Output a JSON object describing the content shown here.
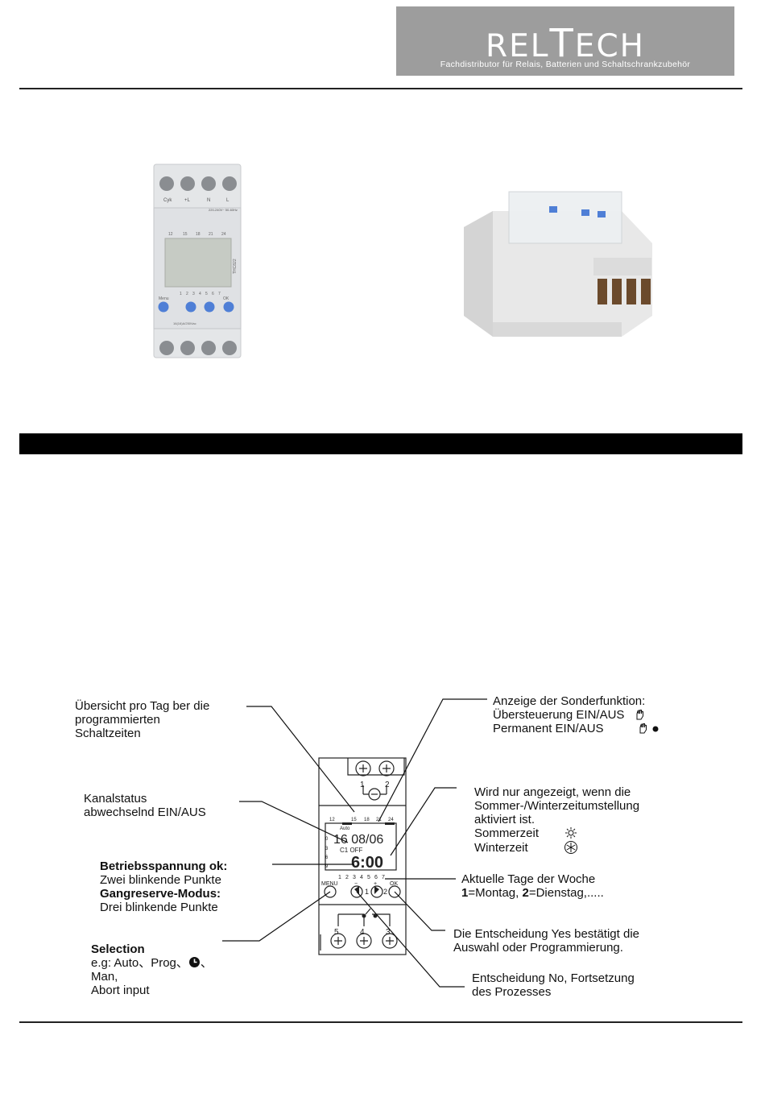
{
  "header": {
    "logo_name_pre": "REL",
    "logo_name_big": "T",
    "logo_name_post": "ECH",
    "logo_tagline": "Fachdistributor für Relais, Batterien und Schaltschrankzubehör"
  },
  "device_front": {
    "top_labels": [
      "Cyk",
      "+L",
      "N",
      "L"
    ],
    "spec_label": "220-240V~ 50-60Hz",
    "hour_scale": [
      "12",
      "15",
      "18",
      "21",
      "24"
    ],
    "model": "THC822",
    "day_numbers": [
      "1",
      "2",
      "3",
      "4",
      "5",
      "6",
      "7"
    ],
    "menu_label": "Menu",
    "ok_label": "OK",
    "rating_label": "16(16)A/250Vac"
  },
  "diagram": {
    "top_terminals": [
      "1",
      "2"
    ],
    "bottom_terminals": [
      "5",
      "4",
      "3"
    ],
    "hour_scale": [
      "12",
      "15",
      "18",
      "21",
      "24"
    ],
    "mode_label": "Auto",
    "lcd_date": "16 08/06",
    "lcd_status": "C1 OFF",
    "lcd_time": "6:00",
    "left_marks": [
      "0",
      "3",
      "6",
      "9"
    ],
    "day_numbers": [
      "1",
      "2",
      "3",
      "4",
      "5",
      "6",
      "7"
    ],
    "menu_label": "MENU",
    "ok_label": "OK",
    "minus_label": "−",
    "plus_label": "+",
    "button_digits": [
      "1",
      "2"
    ]
  },
  "annotations": {
    "overview": [
      "Übersicht pro Tag ber die",
      "programmierten",
      "Schaltzeiten"
    ],
    "special_title": "Anzeige der Sonderfunktion:",
    "special_override": "Übersteuerung EIN/AUS",
    "special_permanent": "Permanent EIN/AUS",
    "channel": [
      "Kanalstatus",
      "abwechselnd EIN/AUS"
    ],
    "dst": [
      "Wird nur angezeigt, wenn die",
      "Sommer-/Winterzeitumstellung",
      "aktiviert ist."
    ],
    "summer": "Sommerzeit",
    "winter": "Winterzeit",
    "voltage_title": "Betriebsspannung ok:",
    "voltage_text": "Zwei blinkende Punkte",
    "reserve_title": "Gangreserve-Modus:",
    "reserve_text": "Drei blinkende Punkte",
    "weekday_title": "Aktuelle Tage der Woche",
    "weekday_num1": "1",
    "weekday_text1": "=Montag, ",
    "weekday_num2": "2",
    "weekday_text2": "=Dienstag,.....",
    "selection_title": "Selection",
    "selection_line1": "e.g: Auto、Prog、",
    "selection_line1_end": "、",
    "selection_line2": "Man,",
    "selection_line3": "Abort input",
    "yes": [
      "Die Entscheidung Yes bestätigt die",
      "Auswahl oder Programmierung."
    ],
    "no": [
      "Entscheidung No, Fortsetzung",
      "des Prozesses"
    ]
  },
  "icons": [
    "hand-icon",
    "hand-dot-icon",
    "sun-icon",
    "winter-icon",
    "clock-icon"
  ]
}
